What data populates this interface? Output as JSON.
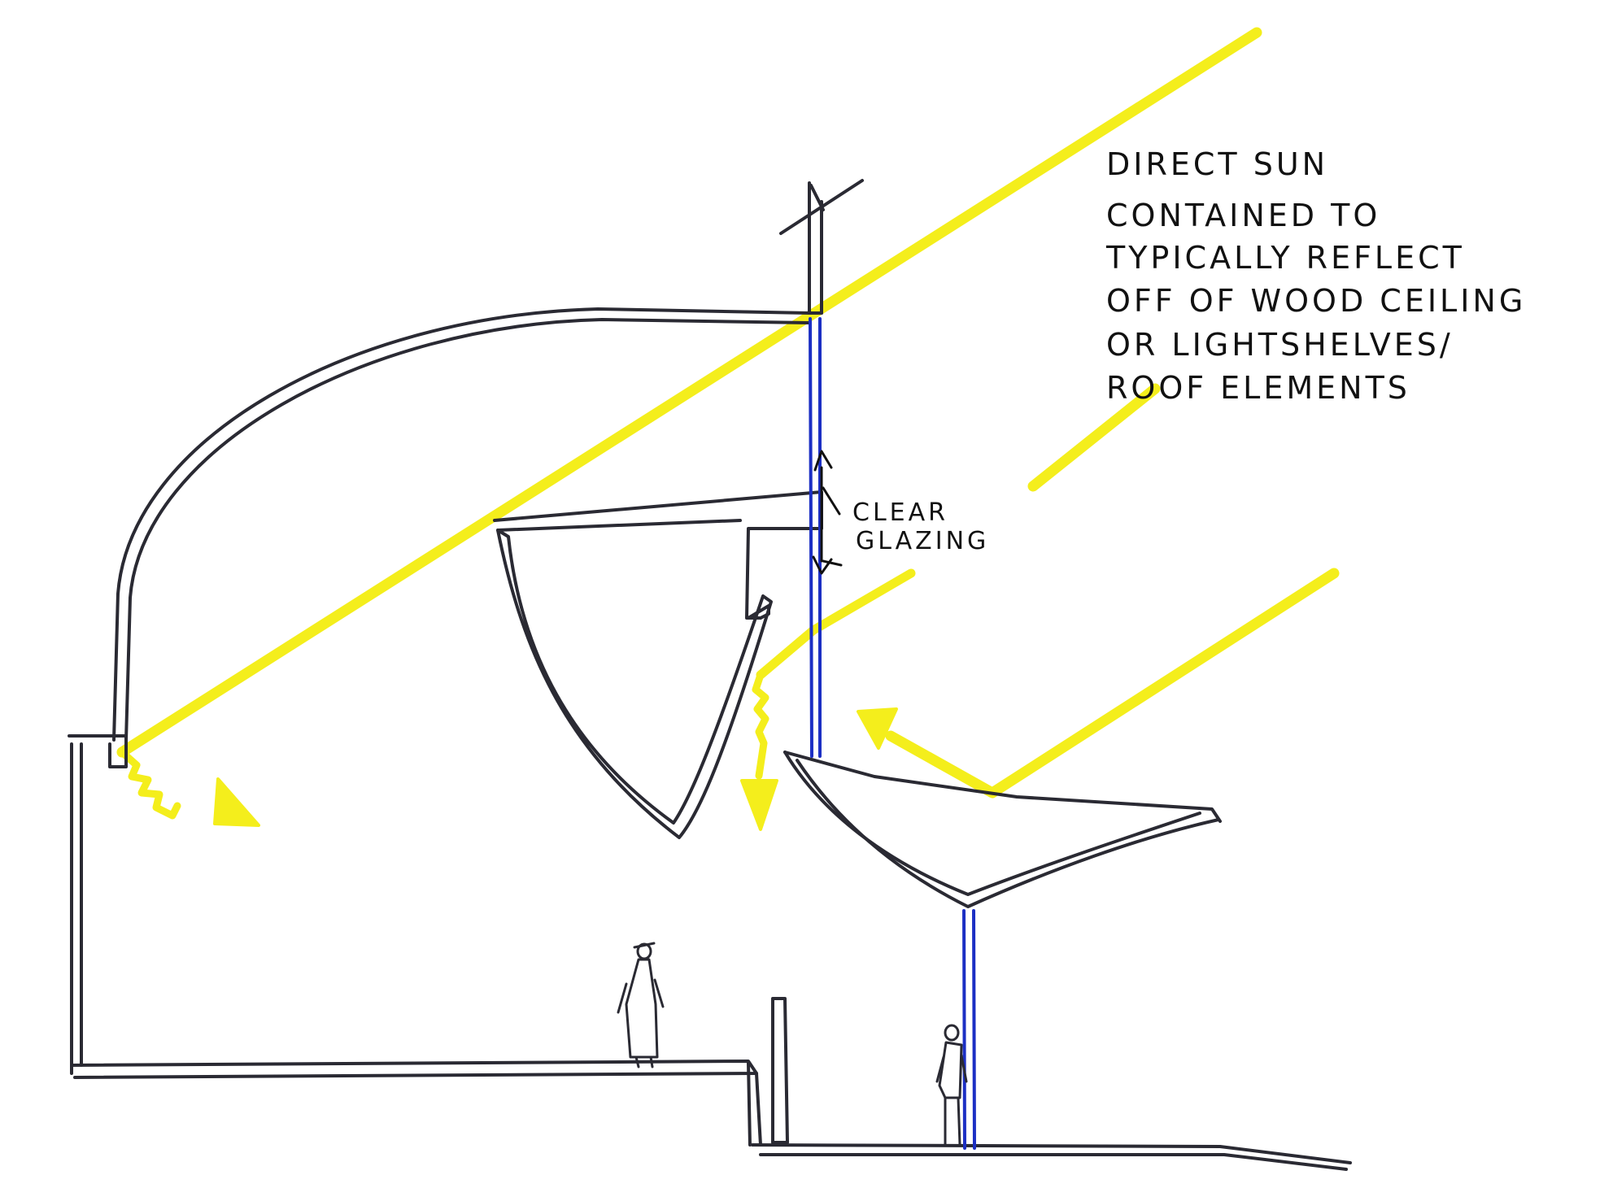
{
  "annotations": {
    "direct_sun": {
      "lines": [
        "Direct Sun",
        "Contained To",
        "Typically Reflect",
        "off of Wood Ceiling",
        "or Lightshelves/",
        "Roof Elements"
      ]
    },
    "clear_glazing": {
      "lines": [
        "Clear",
        "Glazing"
      ]
    }
  },
  "colors": {
    "ink": "#2a2a33",
    "ink_dark": "#111111",
    "sun": "#f4ee1c",
    "glazing": "#1c2fc4",
    "paper": "#ffffff"
  },
  "icons": {
    "sun_ray": "yellow-line",
    "reflection_arrow": "squiggle-arrow",
    "person": "figure-sketch",
    "dimension_arrow": "double-arrow"
  }
}
